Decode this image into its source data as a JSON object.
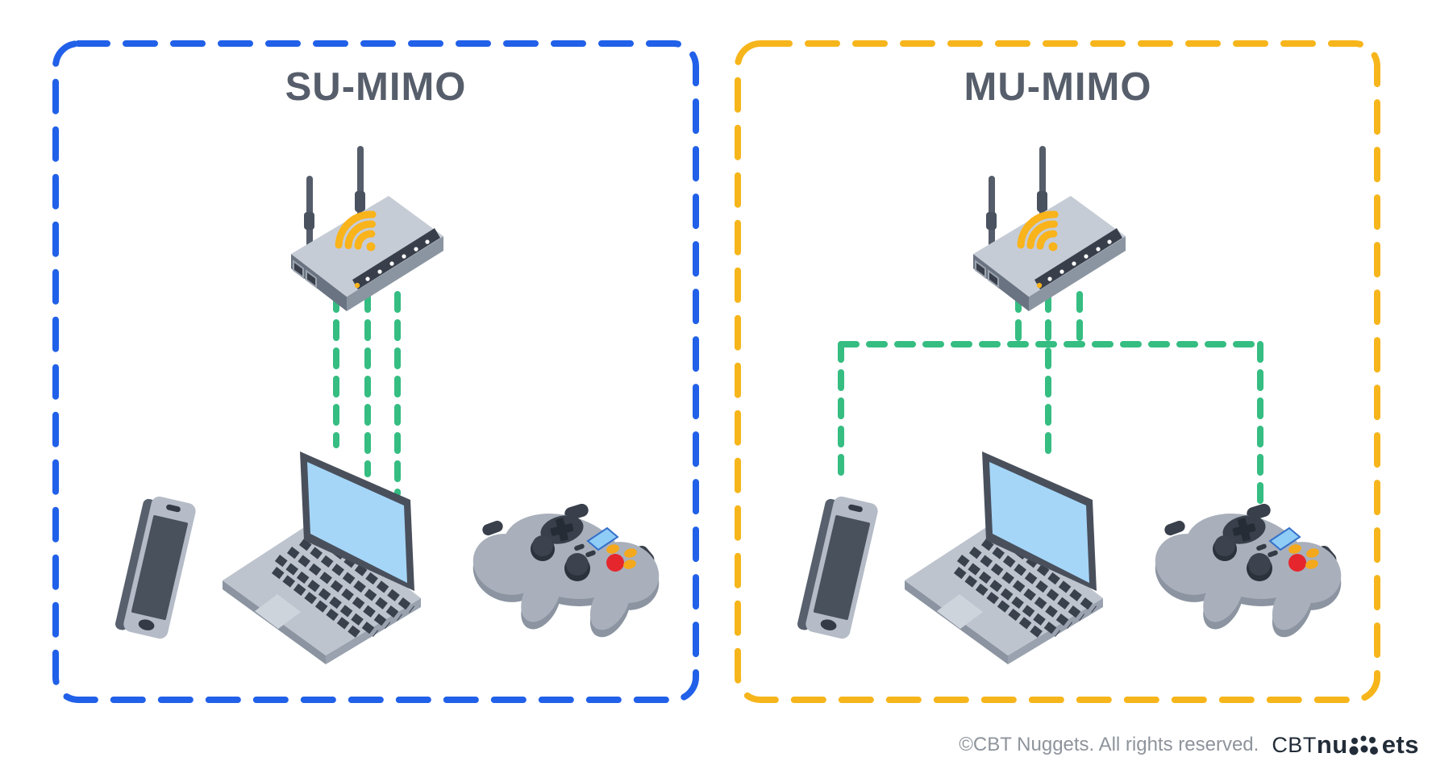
{
  "panels": [
    {
      "id": "su-mimo",
      "title": "SU-MIMO",
      "border_color": "#2160e8",
      "devices": [
        "wifi-router",
        "smartphone",
        "laptop",
        "game-controller"
      ],
      "connections": [
        {
          "from": "wifi-router",
          "to": "laptop",
          "streams": 3
        }
      ]
    },
    {
      "id": "mu-mimo",
      "title": "MU-MIMO",
      "border_color": "#f6b51b",
      "devices": [
        "wifi-router",
        "smartphone",
        "laptop",
        "game-controller"
      ],
      "connections": [
        {
          "from": "wifi-router",
          "to": "smartphone",
          "streams": 1
        },
        {
          "from": "wifi-router",
          "to": "laptop",
          "streams": 1
        },
        {
          "from": "wifi-router",
          "to": "game-controller",
          "streams": 1
        }
      ]
    }
  ],
  "footer": {
    "copyright": "©CBT Nuggets. All rights reserved.",
    "logo_cbt": "CBT",
    "logo_nu": "nu",
    "logo_ets": "ets"
  },
  "colors": {
    "background": "#ffffff",
    "su_border": "#2160e8",
    "mu_border": "#f6b51b",
    "stream_green": "#35bd82",
    "title_text": "#575e6b",
    "wifi_icon": "#f9b31b",
    "footer_text": "#8e949c",
    "logo_text": "#232d39"
  }
}
